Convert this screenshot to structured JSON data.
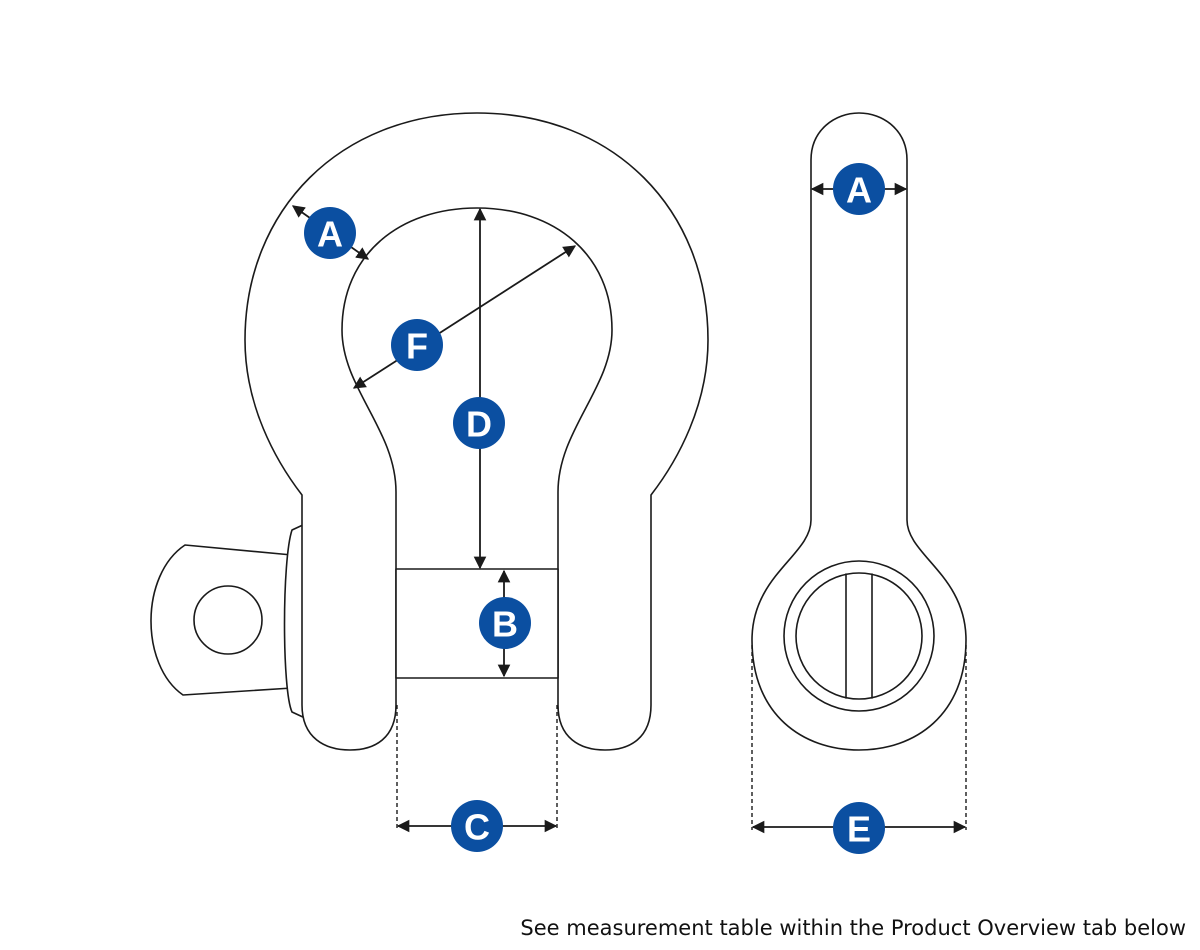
{
  "colors": {
    "badge": "#0b4fa1",
    "stroke": "#1a1a1a"
  },
  "labels": {
    "front_a": "A",
    "front_f": "F",
    "front_d": "D",
    "front_b": "B",
    "front_c": "C",
    "side_a": "A",
    "side_e": "E"
  },
  "caption": "See measurement table within the Product Overview tab below"
}
